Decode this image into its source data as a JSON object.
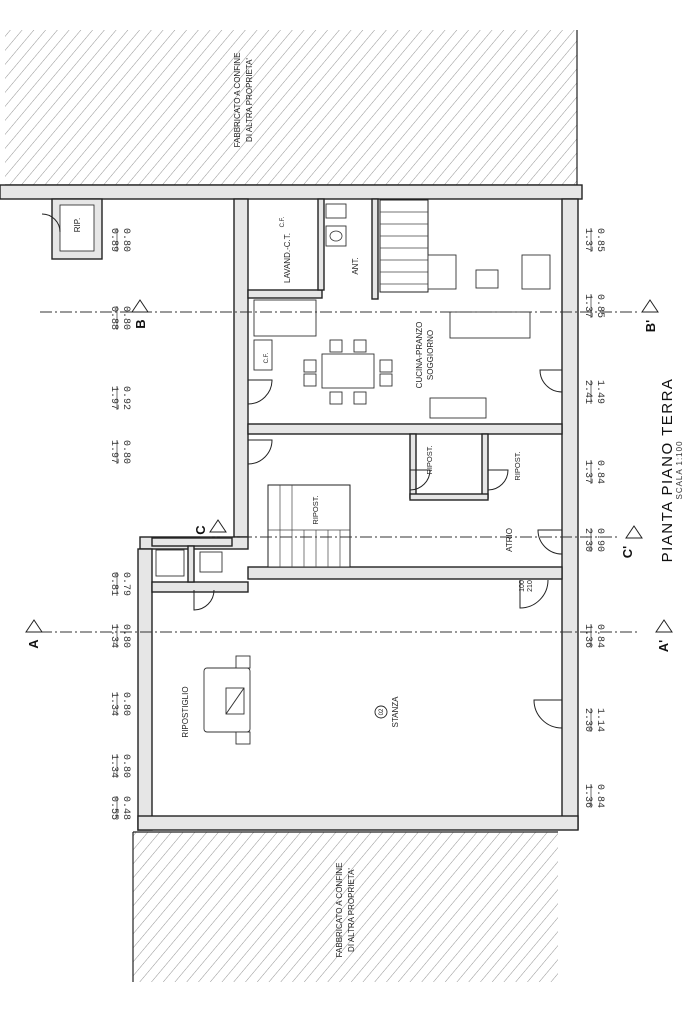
{
  "plan": {
    "title": "PIANTA PIANO TERRA",
    "scale": "SCALA 1:100",
    "neighbor_top": {
      "line1": "FABBRICATO A CONFINE",
      "line2": "DI ALTRA PROPRIETA'"
    },
    "neighbor_bottom": {
      "line1": "FABBRICATO A CONFINE",
      "line2": "DI ALTRA PROPRIETA'"
    },
    "rooms": {
      "rip": "RIP.",
      "lavand": "LAVAND.-C.T.",
      "ant": "ANT.",
      "cucina_1": "CUCINA-PRANZO",
      "cucina_2": "SOGGIORNO",
      "ripost_1": "RIPOST.",
      "ripost_2": "RIPOST.",
      "ripost_3": "RIPOST.",
      "atrio": "ATRIO",
      "ripostiglio": "RIPOSTIGLIO",
      "stanza": "STANZA",
      "stanza_num": "02",
      "cf_1": "C.F.",
      "cf_2": "C.F.",
      "door_note_1": "100",
      "door_note_2": "210"
    },
    "sections": {
      "a": "A",
      "a_prime": "A'",
      "b": "B",
      "b_prime": "B'",
      "c": "C",
      "c_prime": "C'"
    },
    "dims_left": [
      {
        "top": "0.89",
        "bot": "0.80"
      },
      {
        "top": "0.88",
        "bot": "0.80"
      },
      {
        "top": "1.97",
        "bot": "0.92"
      },
      {
        "top": "1.97",
        "bot": "0.80"
      },
      {
        "top": "0.81",
        "bot": "0.79"
      },
      {
        "top": "1.34",
        "bot": "0.80"
      },
      {
        "top": "1.34",
        "bot": "0.80"
      },
      {
        "top": "1.34",
        "bot": "0.80"
      },
      {
        "top": "0.55",
        "bot": "0.48"
      }
    ],
    "dims_right": [
      {
        "top": "1.37",
        "bot": "0.85"
      },
      {
        "top": "1.37",
        "bot": "0.85"
      },
      {
        "top": "2.41",
        "bot": "1.49"
      },
      {
        "top": "1.37",
        "bot": "0.84"
      },
      {
        "top": "2.30",
        "bot": "0.90"
      },
      {
        "top": "1.36",
        "bot": "0.84"
      },
      {
        "top": "2.30",
        "bot": "1.14"
      },
      {
        "top": "1.36",
        "bot": "0.84"
      }
    ]
  }
}
